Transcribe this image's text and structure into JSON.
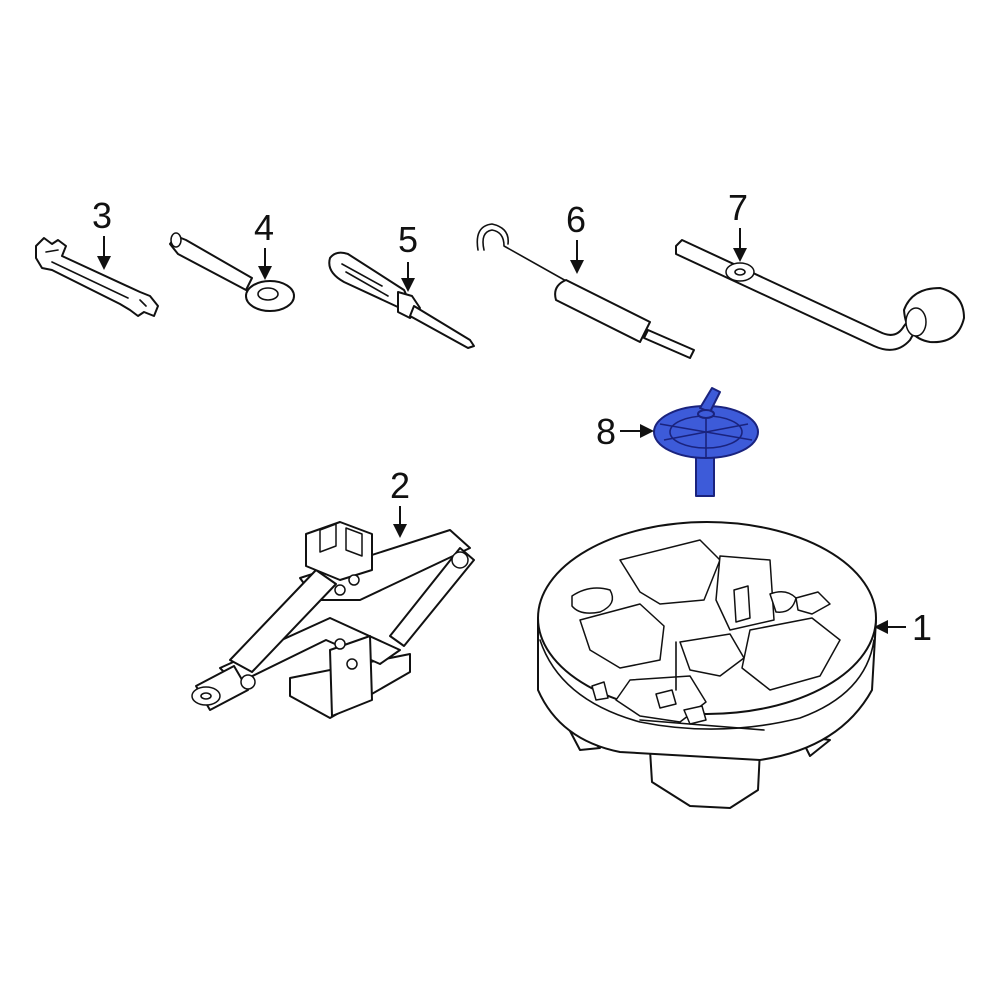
{
  "callouts": {
    "c1": "1",
    "c2": "2",
    "c3": "3",
    "c4": "4",
    "c5": "5",
    "c6": "6",
    "c7": "7",
    "c8": "8"
  },
  "colors": {
    "highlight": "#3d5bd9",
    "line": "#111111",
    "background": "#ffffff"
  }
}
